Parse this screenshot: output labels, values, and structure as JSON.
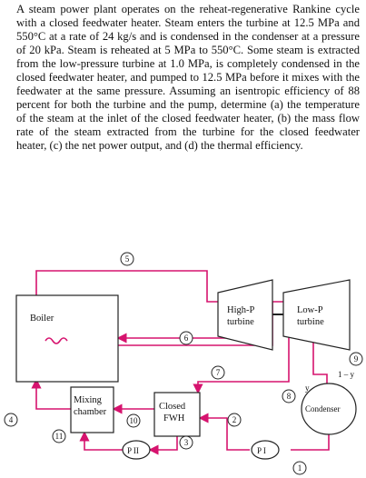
{
  "problem_text": "A steam power plant operates on the reheat-regenerative Rankine cycle with a closed feedwater heater. Steam enters the turbine at 12.5 MPa and 550°C at a rate of 24 kg/s and is condensed in the condenser at a pressure of 20 kPa. Steam is reheated at 5 MPa to 550°C. Some steam is extracted from the low-pressure turbine at 1.0 MPa, is completely condensed in the closed feedwater heater, and pumped to 12.5 MPa before it mixes with the feedwater at the same pressure. Assuming an isentropic efficiency of 88 percent for both the turbine and the pump, determine (a) the temperature of the steam at the inlet of the closed feedwater heater, (b) the mass flow rate of the steam extracted from the turbine for the closed feedwater heater, (c) the net power output, and (d) the thermal efficiency.",
  "diagram": {
    "boiler": "Boiler",
    "hp_turbine_line1": "High-P",
    "hp_turbine_line2": "turbine",
    "lp_turbine_line1": "Low-P",
    "lp_turbine_line2": "turbine",
    "mixing_line1": "Mixing",
    "mixing_line2": "chamber",
    "fwh_line1": "Closed",
    "fwh_line2": "FWH",
    "condenser": "Condenser",
    "pump2": "P II",
    "pump1": "P I",
    "fraction_y": "y",
    "fraction_1my": "1 – y",
    "states": [
      "1",
      "2",
      "3",
      "4",
      "5",
      "6",
      "7",
      "8",
      "9",
      "10",
      "11"
    ]
  }
}
